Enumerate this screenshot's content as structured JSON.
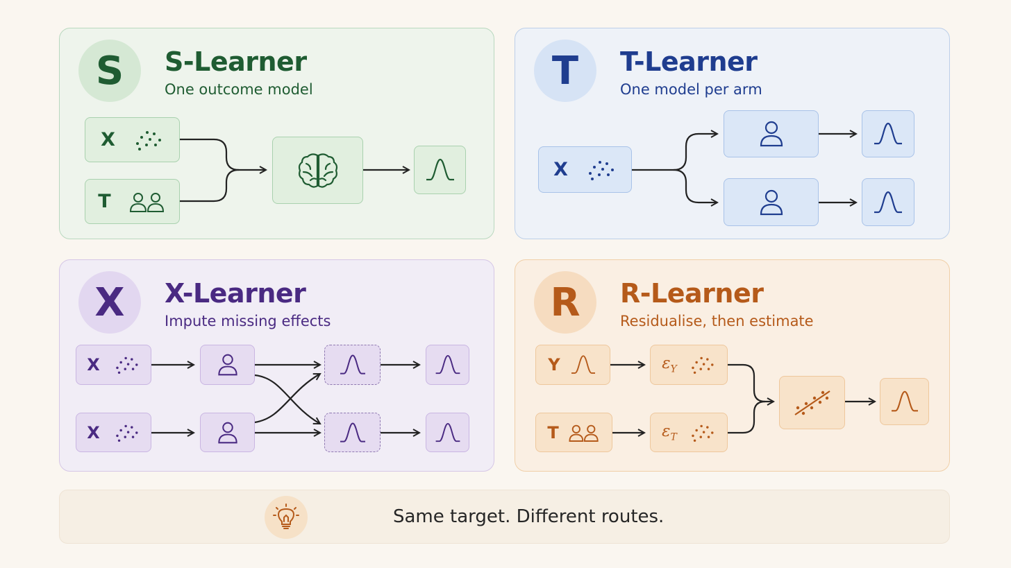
{
  "colors": {
    "green": "#1f5c32",
    "blue": "#1f3d8f",
    "purple": "#4a2a82",
    "orange": "#b55a1a",
    "green_box": "#e1efdf",
    "blue_box": "#dbe7f7",
    "purple_box": "#e6dcf1",
    "orange_box": "#f8e3ca"
  },
  "s_learner": {
    "badge": "S",
    "title": "S-Learner",
    "subtitle": "One outcome model",
    "input_x": "X",
    "input_t": "T",
    "icons": [
      "scatter-dots-icon",
      "two-people-icon",
      "brain-icon",
      "bell-curve-icon"
    ]
  },
  "t_learner": {
    "badge": "T",
    "title": "T-Learner",
    "subtitle": "One model per arm",
    "input_x": "X",
    "icons": [
      "scatter-dots-icon",
      "person-icon",
      "bell-curve-icon"
    ]
  },
  "x_learner": {
    "badge": "X",
    "title": "X-Learner",
    "subtitle": "Impute missing effects",
    "input_x1": "X",
    "input_x2": "X",
    "icons": [
      "scatter-dots-icon",
      "person-icon",
      "bell-curve-icon"
    ]
  },
  "r_learner": {
    "badge": "R",
    "title": "R-Learner",
    "subtitle": "Residualise, then estimate",
    "input_y": "Y",
    "input_t": "T",
    "eps_y_base": "ε",
    "eps_y_sub": "Y",
    "eps_t_base": "ε",
    "eps_t_sub": "T",
    "icons": [
      "bell-curve-icon",
      "two-people-icon",
      "scatter-dots-icon",
      "regression-line-icon"
    ]
  },
  "footer": {
    "icon": "lightbulb-icon",
    "text": "Same target. Different routes."
  }
}
